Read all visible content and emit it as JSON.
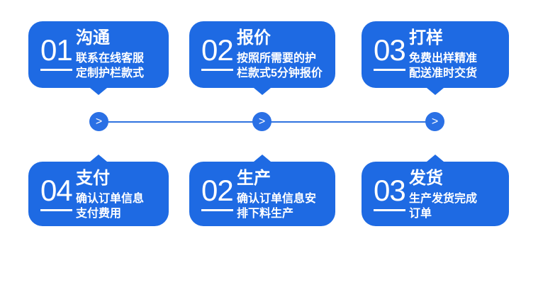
{
  "colors": {
    "card_blue": "#1e6ae3",
    "circle_blue": "#2a70e5",
    "line_blue": "#2f73df",
    "text_color": "#ffffff",
    "bg_color": "#ffffff"
  },
  "steps": [
    {
      "number": "01",
      "title": "沟通",
      "desc": "联系在线客服\n定制护栏款式"
    },
    {
      "number": "02",
      "title": "报价",
      "desc": "按照所需要的护\n栏款式5分钟报价"
    },
    {
      "number": "03",
      "title": "打样",
      "desc": "免费出样精准\n配送准时交货"
    },
    {
      "number": "04",
      "title": "支付",
      "desc": "确认订单信息\n支付费用"
    },
    {
      "number": "02",
      "title": "生产",
      "desc": "确认订单信息安\n排下料生产"
    },
    {
      "number": "03",
      "title": "发货",
      "desc": "生产发货完成\n订单"
    }
  ],
  "connector": {
    "arrow": ">"
  }
}
